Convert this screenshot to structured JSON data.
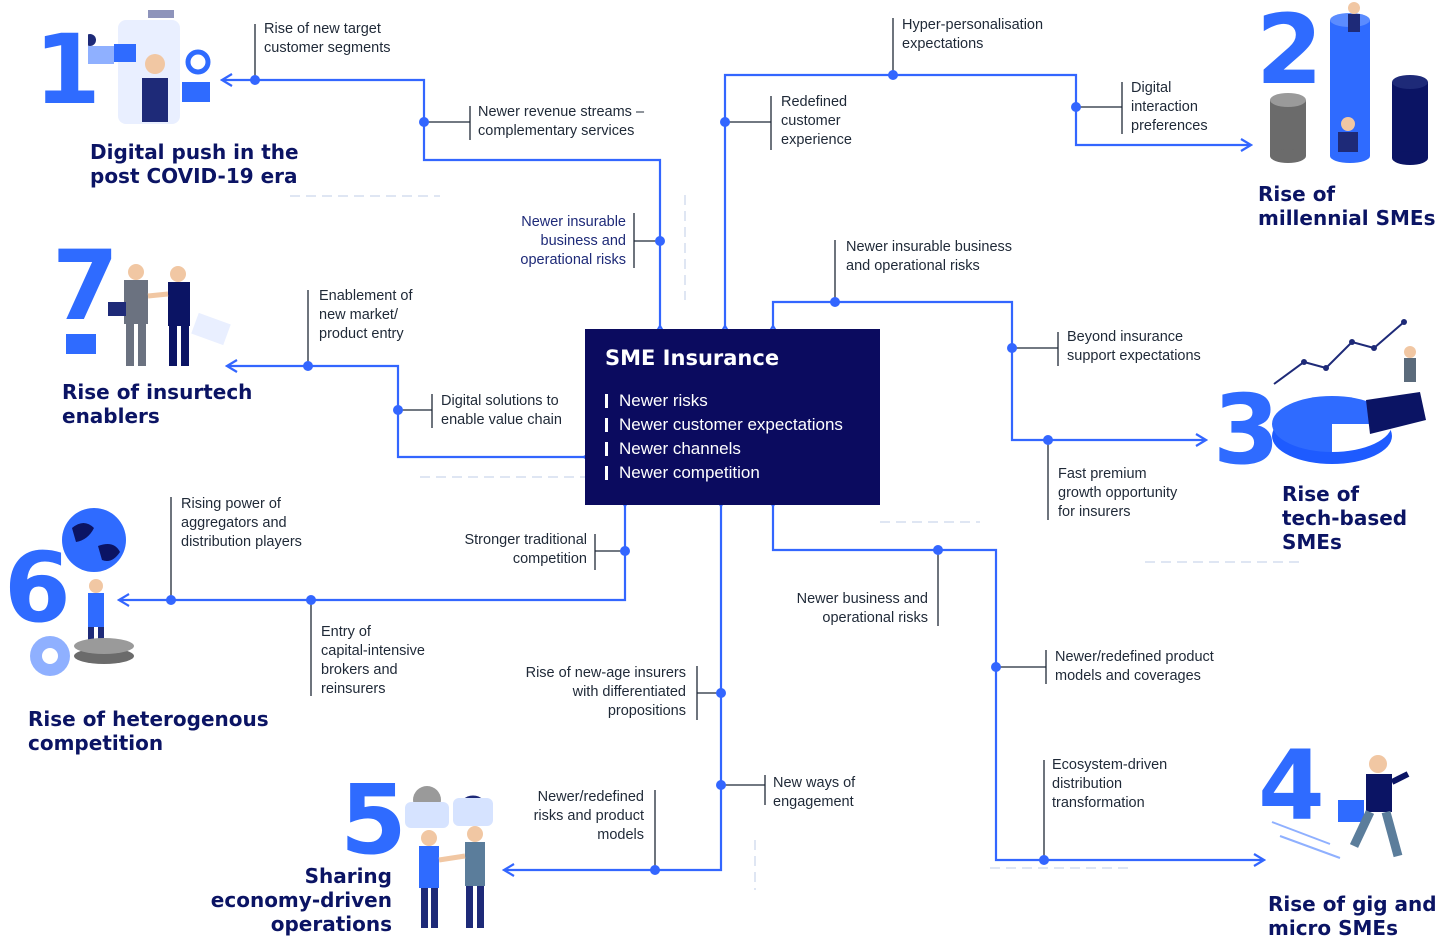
{
  "center": {
    "title": "SME Insurance",
    "items": [
      "Newer risks",
      "Newer customer expectations",
      "Newer channels",
      "Newer competition"
    ]
  },
  "trends": [
    {
      "number": "1",
      "title": "Digital push in the\npost COVID-19 era"
    },
    {
      "number": "2",
      "title": "Rise of\nmillennial SMEs"
    },
    {
      "number": "3",
      "title": "Rise of\ntech-based\nSMEs"
    },
    {
      "number": "4",
      "title": "Rise of gig and\nmicro SMEs"
    },
    {
      "number": "5",
      "title": "Sharing\neconomy-driven\noperations"
    },
    {
      "number": "6",
      "title": "Rise of heterogenous\ncompetition"
    },
    {
      "number": "7",
      "title": "Rise of insurtech\nenablers"
    }
  ],
  "labels": {
    "t1a": "Rise of new target\ncustomer segments",
    "t1b": "Newer revenue streams –\ncomplementary services",
    "t1c": "Newer insurable\nbusiness and\noperational risks",
    "t2a": "Hyper-personalisation\nexpectations",
    "t2b": "Redefined\ncustomer\nexperience",
    "t2c": "Digital\ninteraction\npreferences",
    "t3a": "Newer insurable business\nand operational risks",
    "t3b": "Beyond insurance\nsupport expectations",
    "t3c": "Fast premium\ngrowth opportunity\nfor insurers",
    "t4a": "Newer business and\noperational risks",
    "t4b": "Newer/redefined product\nmodels and coverages",
    "t4c": "Ecosystem-driven\ndistribution\ntransformation",
    "t5a": "Rise of new-age insurers\nwith differentiated\npropositions",
    "t5b": "New ways of\nengagement",
    "t5c": "Newer/redefined\nrisks and product\nmodels",
    "t6a": "Stronger traditional\ncompetition",
    "t6b": "Rising power of\naggregators and\ndistribution players",
    "t6c": "Entry of\ncapital-intensive\nbrokers and\nreinsurers",
    "t7a": "Enablement of\nnew market/\nproduct entry",
    "t7b": "Digital solutions to\nenable value chain"
  },
  "illustration_icons": [
    "businessman-tablet-icon",
    "cylinders-people-icon",
    "pie-chart-growth-icon",
    "running-man-briefcase-icon",
    "handshake-ideas-icon",
    "globe-coins-icon",
    "handshake-puzzle-icon"
  ],
  "colors": {
    "accent": "#2f6bff",
    "navy": "#0b0b5f",
    "title": "#0b1464",
    "line": "#3366ff"
  }
}
